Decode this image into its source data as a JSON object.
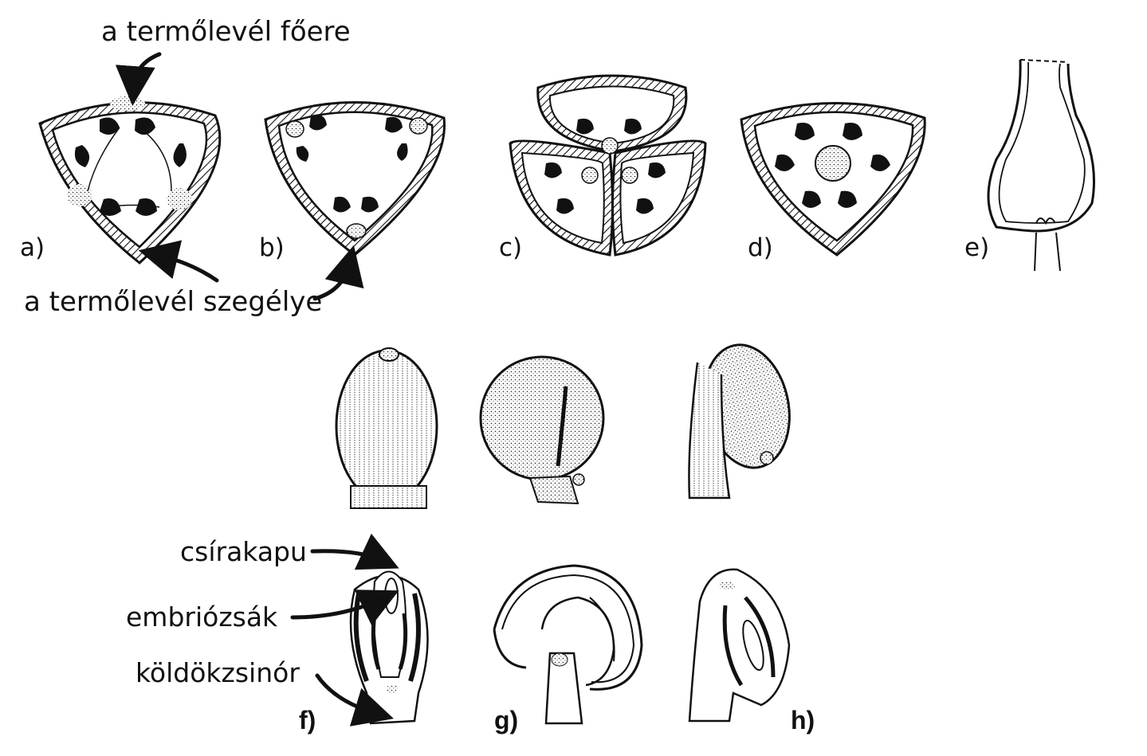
{
  "labels": {
    "carpel_midrib": "a termőlevél főere",
    "carpel_margin": "a termőlevél szegélye",
    "micropyle": "csírakapu",
    "embryo_sac": "embriózsák",
    "funiculus": "köldökzsinór"
  },
  "panels": {
    "a": "a)",
    "b": "b)",
    "c": "c)",
    "d": "d)",
    "e": "e)",
    "f": "f)",
    "g": "g)",
    "h": "h)"
  }
}
